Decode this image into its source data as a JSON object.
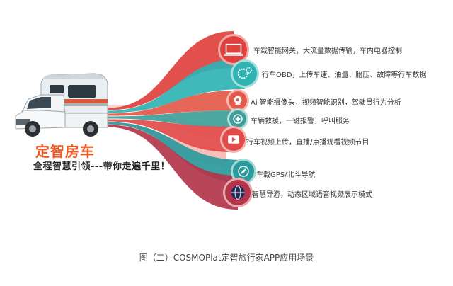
{
  "brand": {
    "title": "定智房车",
    "slogan": "全程智慧引领---带你走遍千里！"
  },
  "features": [
    {
      "label": "车载智能网关，大流量数据传输，车内电器控制",
      "icon": "laptop-icon",
      "color": "#e0413e",
      "ring": "#f1a9a7"
    },
    {
      "label": "行车OBD，上传车速、油量、胎压、故障等行车数据",
      "icon": "gears-icon",
      "color": "#2fb3b3",
      "ring": "#a6e0de"
    },
    {
      "label": "Ai 智能摄像头，视频智能识别，驾驶员行为分析",
      "icon": "webcam-icon",
      "color": "#e45a4a",
      "ring": "#f5b9b0"
    },
    {
      "label": "车辆救援，一键报警，呼叫服务",
      "icon": "sos-plus-icon",
      "color": "#3e9f9b",
      "ring": "#b7dedb"
    },
    {
      "label": "行车视频上传，直播/点播观看视频节目",
      "icon": "play-icon",
      "color": "#e34a4a",
      "ring": "#f4b6b1"
    },
    {
      "label": "车载GPS/北斗导航",
      "icon": "compass-icon",
      "color": "#2a9a9c",
      "ring": "#a6d8d8"
    },
    {
      "label": "智慧导游，动态区域语音视频展示模式",
      "icon": "globe-icon",
      "color": "#b3354a",
      "ring": "#e8aab4"
    }
  ],
  "caption": "图（二）COSMOPlat定智旅行家APP应用场景"
}
